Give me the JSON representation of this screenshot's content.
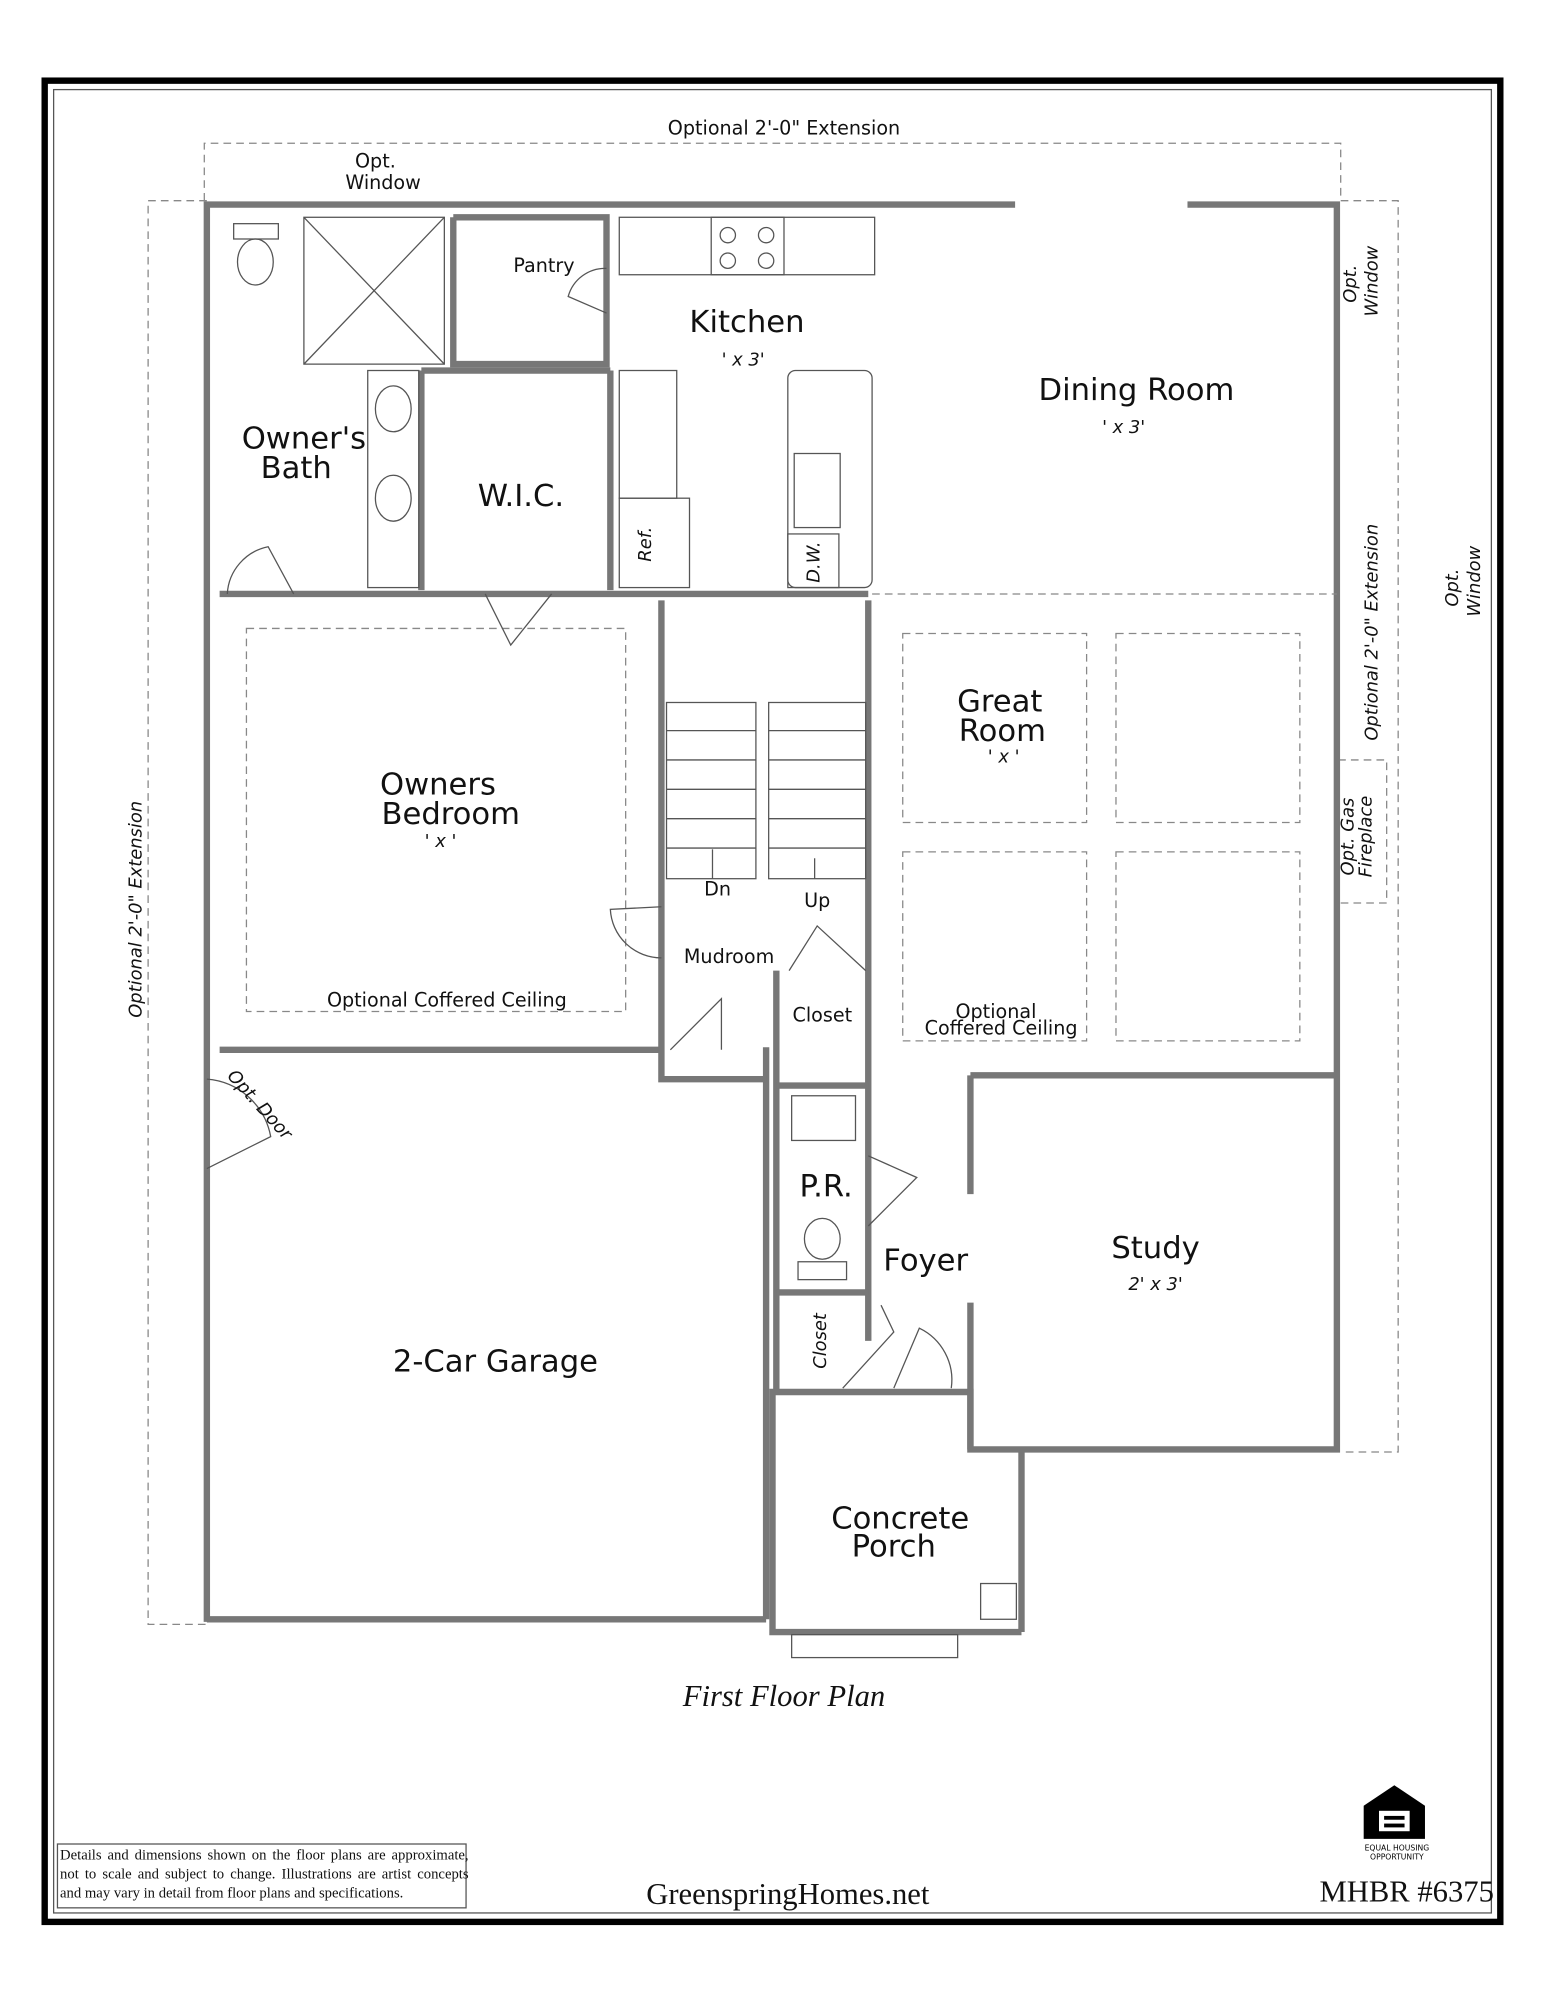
{
  "plan_title": "First Floor Plan",
  "website": "GreenspringHomes.net",
  "license": "MHBR #6375",
  "disclaimer": "Details and dimensions shown on the floor plans are approximate, not to scale and subject to change. Illustrations are artist concepts and may vary in detail from floor plans and specifications.",
  "equal_housing": {
    "line1": "EQUAL HOUSING",
    "line2": "OPPORTUNITY"
  },
  "rooms": {
    "kitchen": {
      "name": "Kitchen",
      "dims": "' x  3'"
    },
    "dining": {
      "name": "Dining Room",
      "dims": "' x  3'"
    },
    "owners_bath": {
      "line1": "Owner's",
      "line2": "Bath"
    },
    "wic": {
      "name": "W.I.C."
    },
    "pantry": {
      "name": "Pantry"
    },
    "owners_bedroom": {
      "line1": "Owners",
      "line2": "Bedroom",
      "dims": "' x   '",
      "ceiling": "Optional Coffered Ceiling"
    },
    "great_room": {
      "line1": "Great",
      "line2": "Room",
      "dims": "' x   '",
      "ceiling1": "Optional",
      "ceiling2": "Coffered Ceiling"
    },
    "mudroom": {
      "name": "Mudroom"
    },
    "closet1": {
      "name": "Closet"
    },
    "closet2": {
      "name": "Closet"
    },
    "pr": {
      "name": "P.R."
    },
    "foyer": {
      "name": "Foyer"
    },
    "study": {
      "name": "Study",
      "dims": "2' x  3'"
    },
    "garage": {
      "name": "2-Car Garage"
    },
    "porch": {
      "line1": "Concrete",
      "line2": "Porch"
    }
  },
  "annotations": {
    "top_extension": "Optional 2'-0\" Extension",
    "left_extension": "Optional 2'-0\" Extension",
    "right_extension": "Optional 2'-0\" Extension",
    "opt_window_top": {
      "line1": "Opt.",
      "line2": "Window"
    },
    "opt_window_right": {
      "line1": "Opt.",
      "line2": "Window"
    },
    "opt_window_far_right": {
      "line1": "Opt.",
      "line2": "Window"
    },
    "opt_fireplace": {
      "line1": "Opt. Gas",
      "line2": "Fireplace"
    },
    "opt_door": "Opt. Door",
    "ref": "Ref.",
    "dw": "D.W.",
    "stairs_dn": "Dn",
    "stairs_up": "Up"
  }
}
